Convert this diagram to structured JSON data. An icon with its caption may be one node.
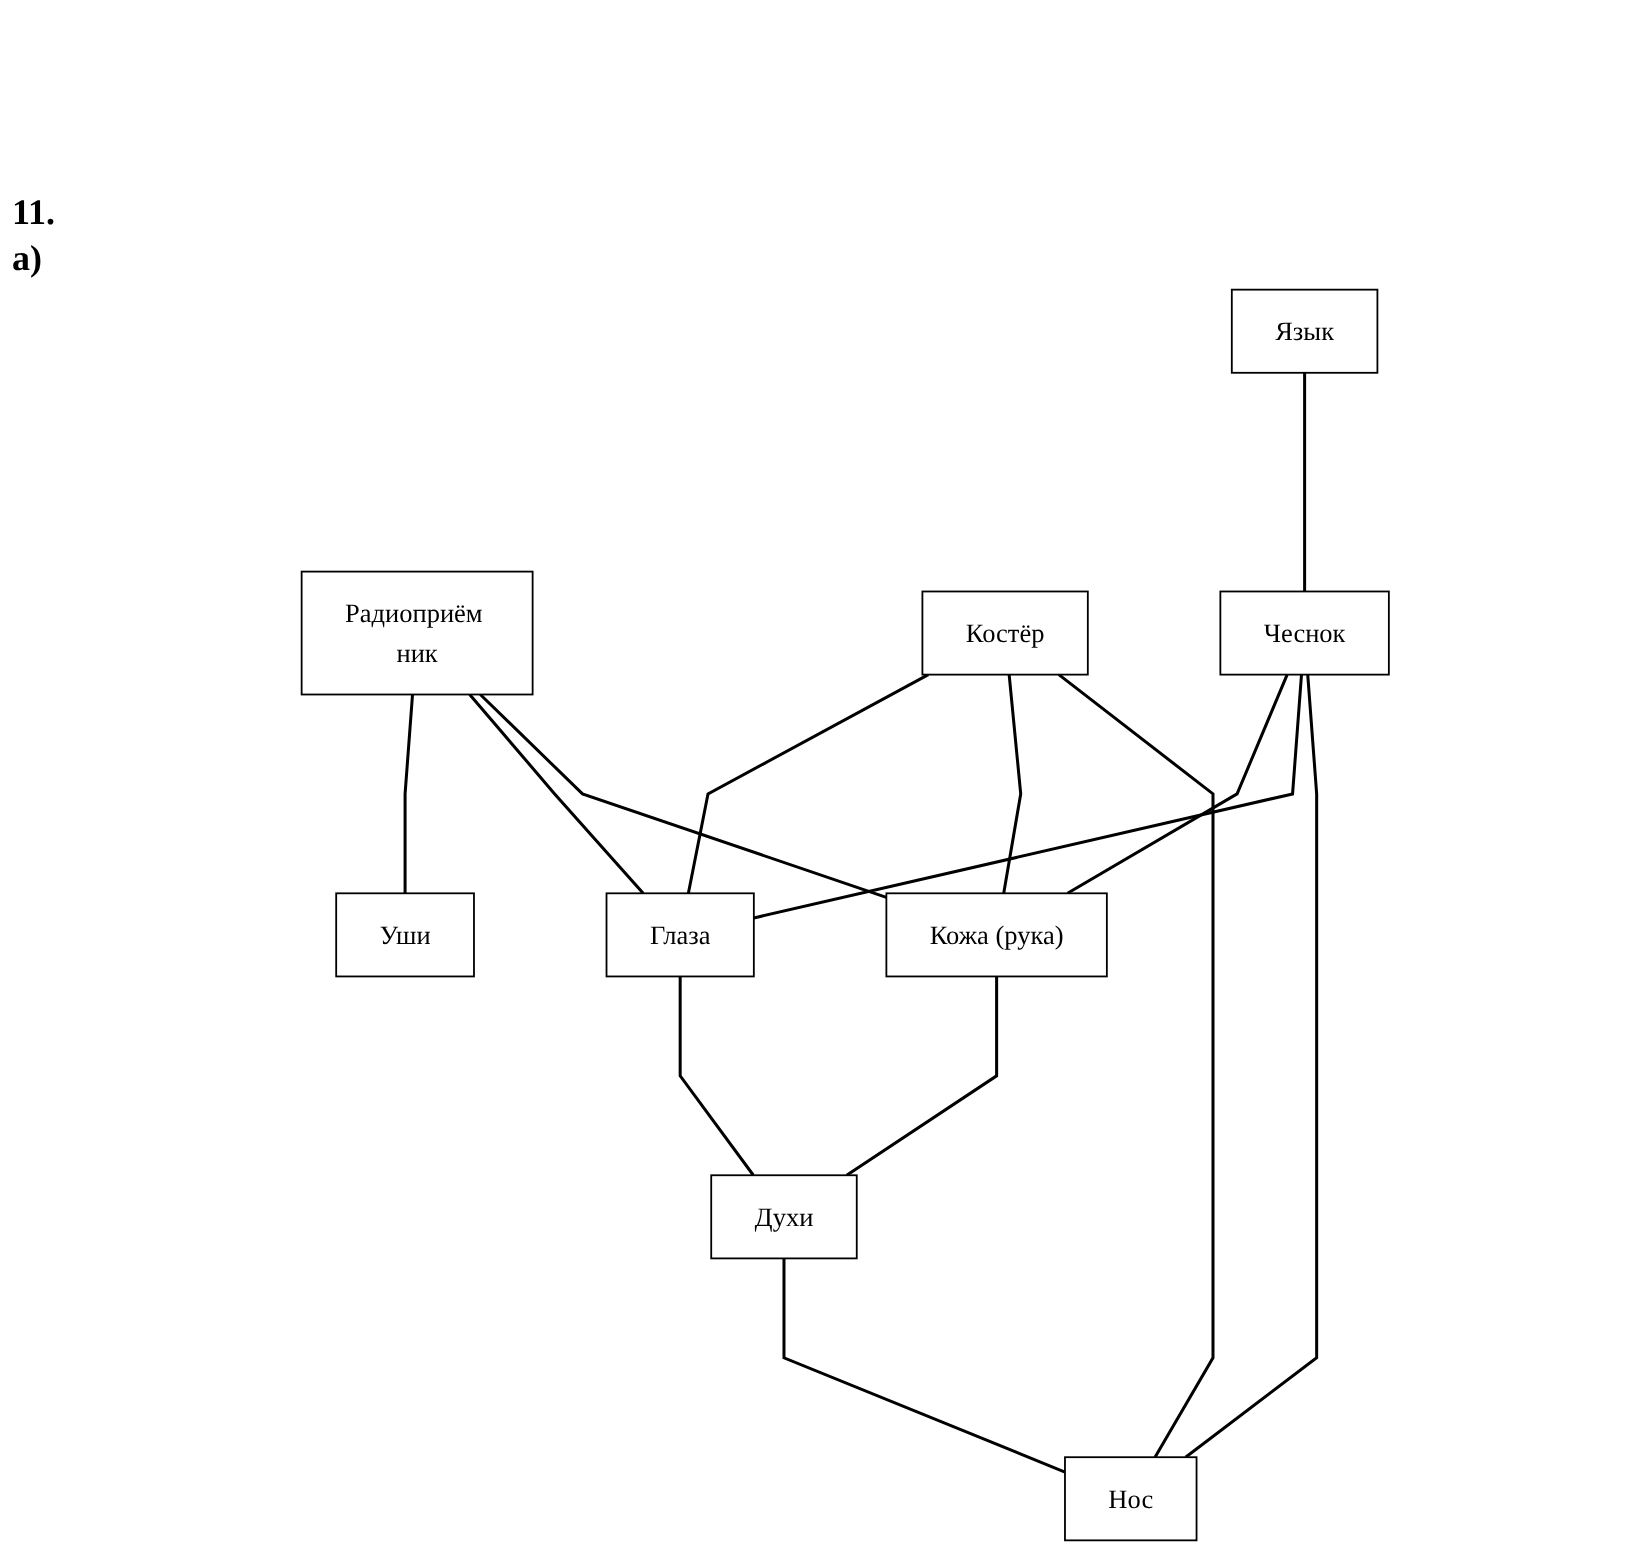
{
  "diagram": {
    "nodes": [
      {
        "text": [
          "Радиоприём ник"
        ]
      },
      {
        "text": [
          "Язык"
        ]
      },
      {
        "text": [
          "Уши"
        ]
      },
      {
        "text": [
          "Костёр"
        ]
      },
      {
        "text": [
          "Кожа (рука)"
        ]
      },
      {
        "text": [
          "Чеснок"
        ]
      },
      {
        "text": [
          "Глаза"
        ]
      },
      {
        "text": [
          "Нос"
        ]
      },
      {
        "text": [
          "Духи"
        ]
      }
    ],
    "edges": [
      {
        "from": 0,
        "to": 2,
        "arrow": "none"
      },
      {
        "from": 0,
        "to": 6,
        "arrow": "none"
      },
      {
        "from": 0,
        "to": 4,
        "arrow": "none"
      },
      {
        "from": 1,
        "to": 5,
        "arrow": "none"
      },
      {
        "from": 3,
        "to": 6,
        "arrow": "none"
      },
      {
        "from": 3,
        "to": 4,
        "arrow": "none"
      },
      {
        "from": 3,
        "to": 7,
        "arrow": "none"
      },
      {
        "from": 5,
        "to": 4,
        "arrow": "none"
      },
      {
        "from": 5,
        "to": 6,
        "arrow": "none"
      },
      {
        "from": 5,
        "to": 7,
        "arrow": "none"
      },
      {
        "from": 4,
        "to": 8,
        "arrow": "none"
      },
      {
        "from": 6,
        "to": 8,
        "arrow": "none"
      },
      {
        "from": 8,
        "to": 7,
        "arrow": "none"
      }
    ],
    "labels": [
      "11.",
      "а)"
    ]
  }
}
